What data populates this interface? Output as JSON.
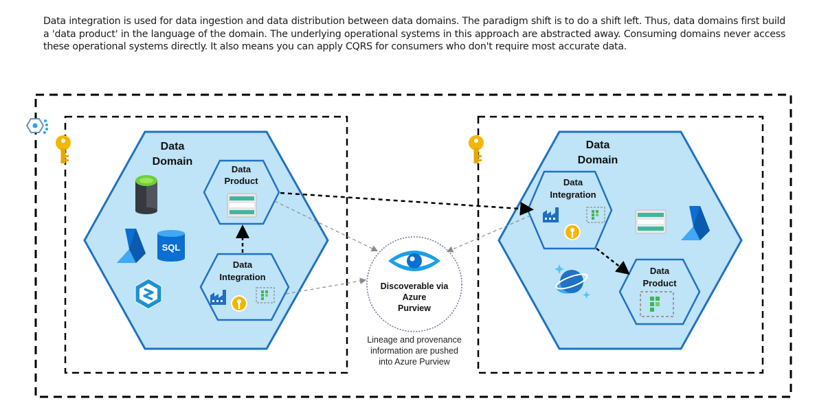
{
  "intro": "Data integration is used for data ingestion and data distribution between data domains. The paradigm shift is to do a shift left. Thus, data domains first build a 'data product' in the language of the domain. The underlying operational systems in this approach are abstracted away. Consuming domains never access these operational systems directly. It also means you can apply CQRS for consumers who don't require most accurate data.",
  "left_domain": {
    "title_line1": "Data",
    "title_line2": "Domain",
    "product_line1": "Data",
    "product_line2": "Product",
    "integration_line1": "Data",
    "integration_line2": "Integration",
    "sql_label": "SQL"
  },
  "right_domain": {
    "title_line1": "Data",
    "title_line2": "Domain",
    "integration_line1": "Data",
    "integration_line2": "Integration",
    "product_line1": "Data",
    "product_line2": "Product"
  },
  "purview": {
    "line1": "Discoverable via",
    "line2": "Azure",
    "line3": "Purview",
    "caption_line1": "Lineage and provenance",
    "caption_line2": "information are pushed",
    "caption_line3": "into Azure Purview"
  },
  "colors": {
    "hex_fill": "#bfe3f7",
    "hex_stroke": "#1f72c4",
    "key": "#f2b705",
    "azure_blue": "#0a6fd1"
  }
}
